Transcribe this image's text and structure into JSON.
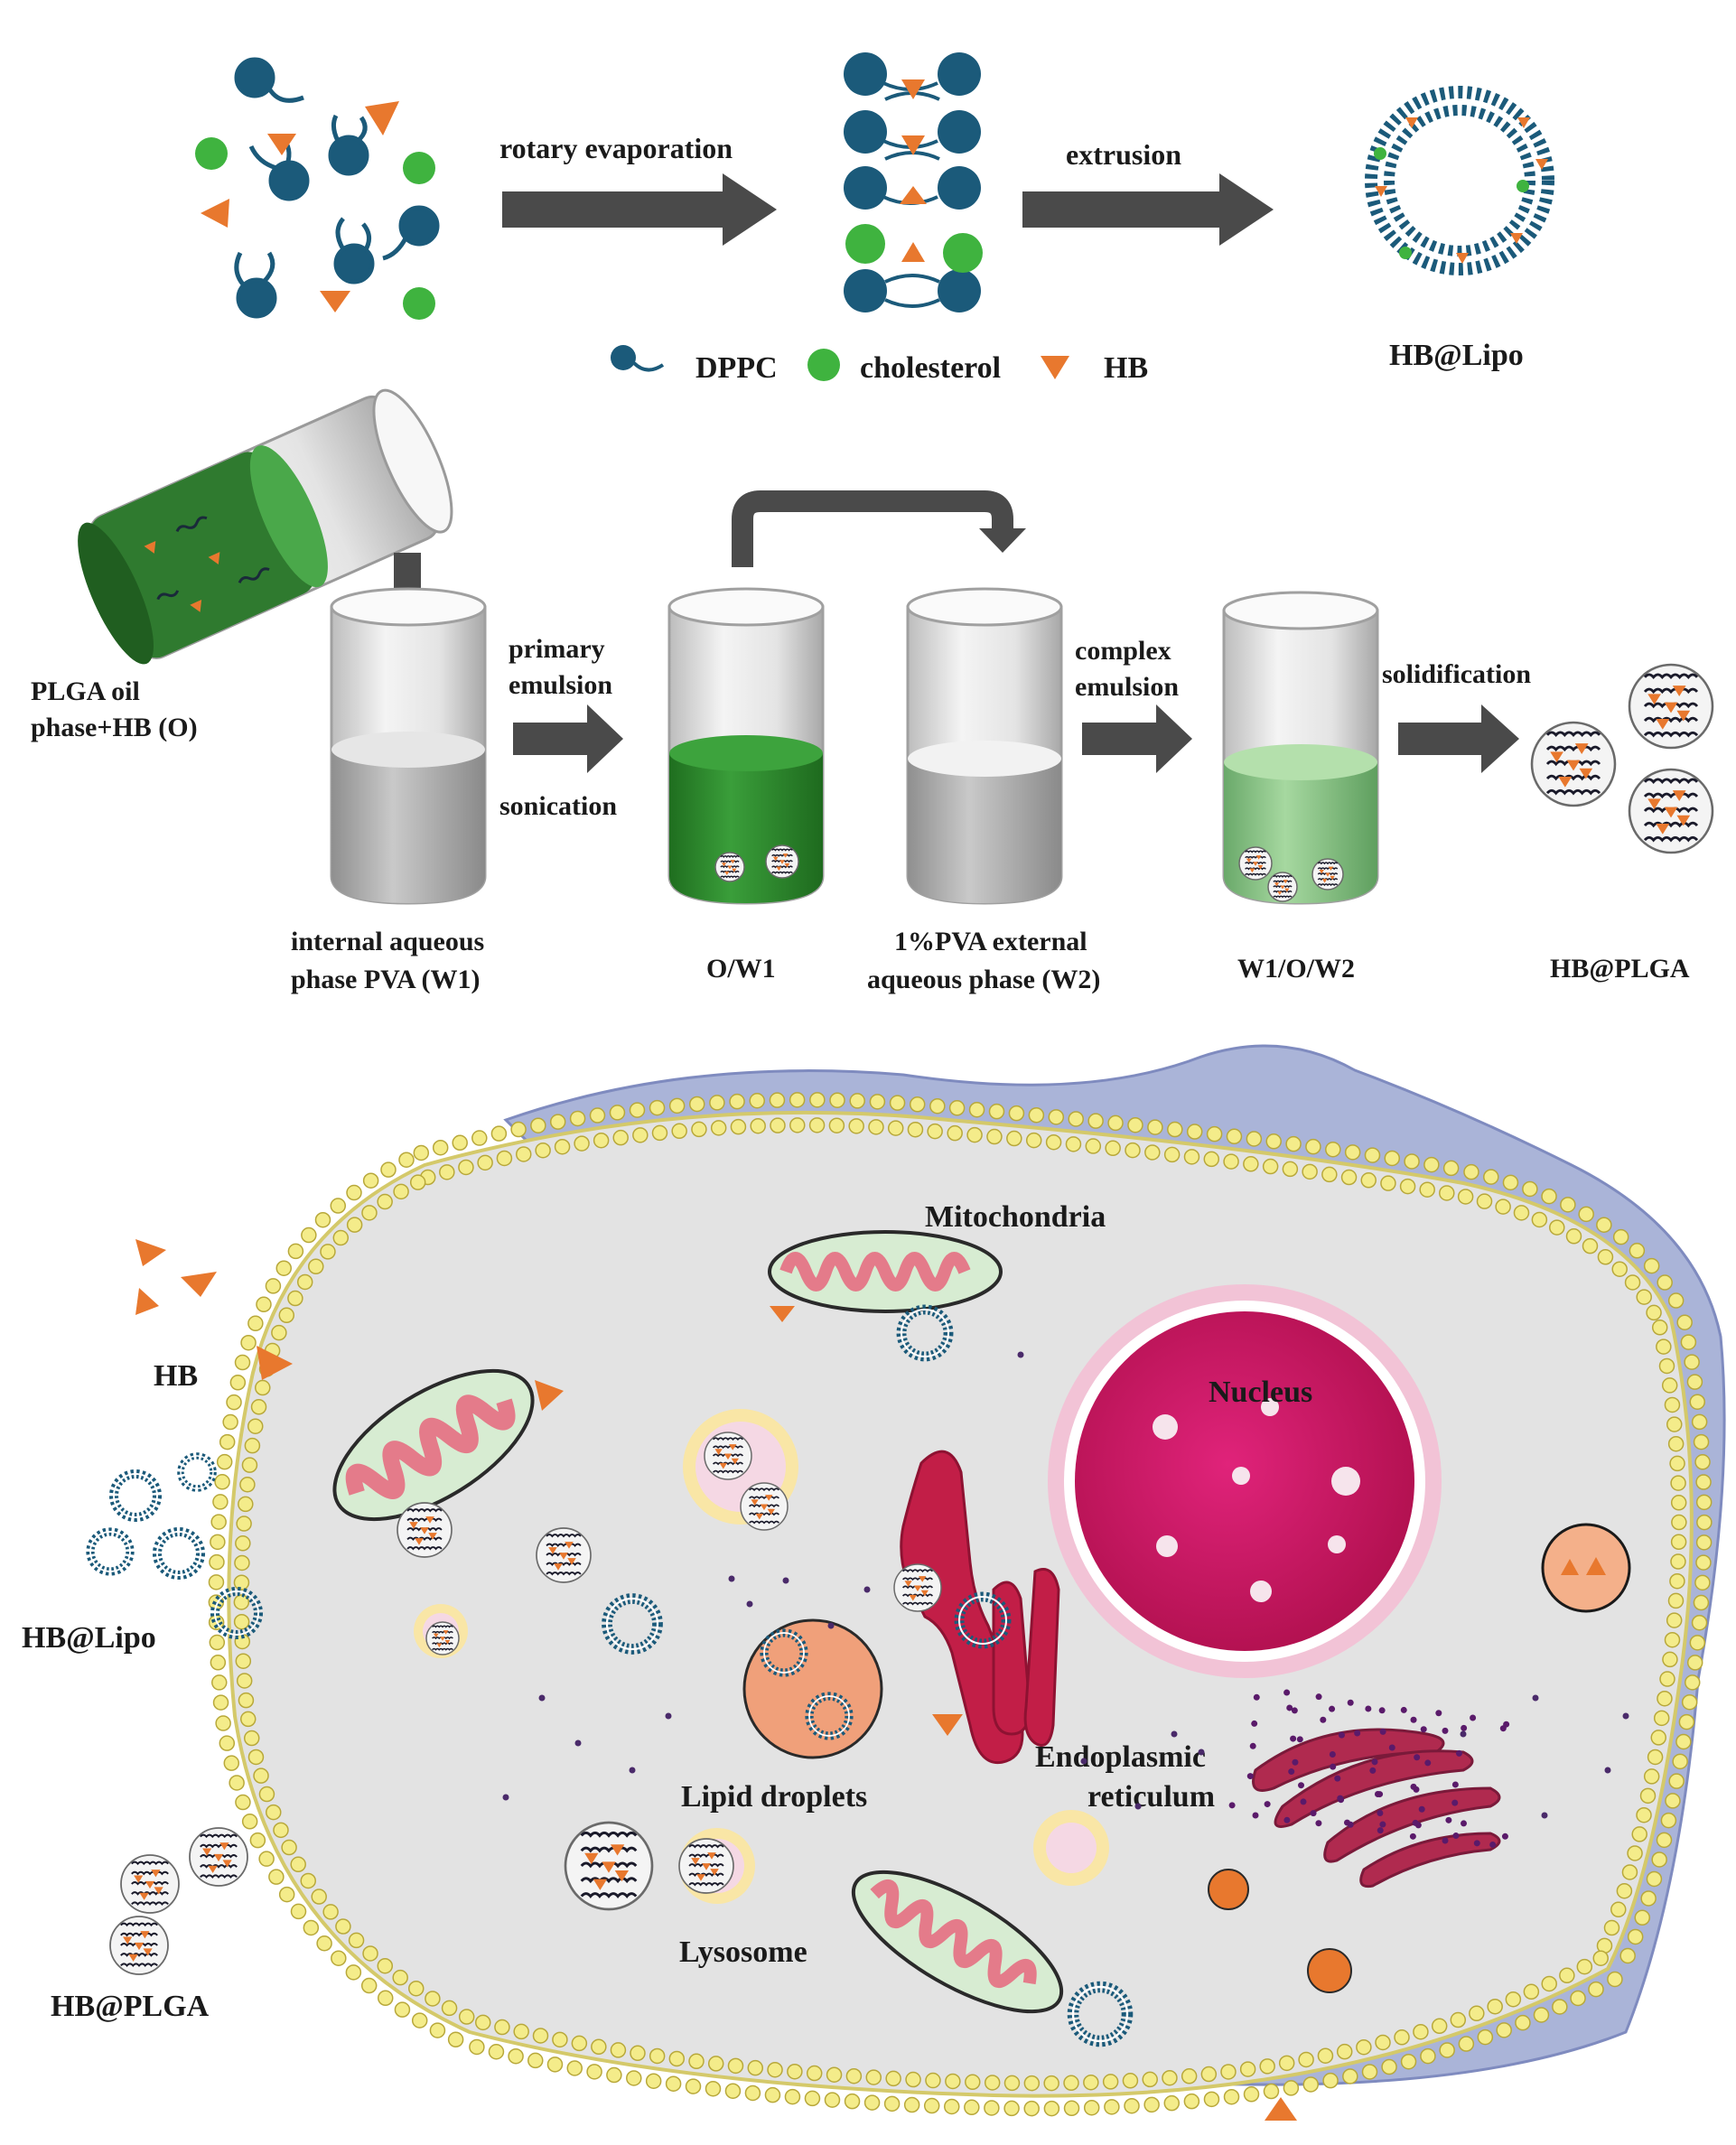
{
  "colors": {
    "dppc": "#1b5a7a",
    "cholesterol": "#3fb33f",
    "hb": "#e8782e",
    "arrow": "#4a4a4a",
    "oil_green": "#2e8b2e",
    "w2_gray": "#c8c8c8",
    "w1o_w2_green": "#8fcf8f",
    "cell_fill": "#e6e6e6",
    "cell_outer": "#aab4d8",
    "membrane": "#f4ec8a",
    "nucleus": "#d0135e",
    "er": "#c21e47",
    "mito_outer": "#d7ecd2",
    "mito_inner": "#e47b8a",
    "lysosome": "#f9e6a6",
    "lipid_droplet": "#f0a07a",
    "golgi": "#b02a4f"
  },
  "panel1": {
    "step1_label": "rotary evaporation",
    "step2_label": "extrusion",
    "product_label": "HB@Lipo",
    "legend": {
      "dppc": "DPPC",
      "cholesterol": "cholesterol",
      "hb": "HB"
    }
  },
  "panel2": {
    "oil_label_line1": "PLGA oil",
    "oil_label_line2": "phase+HB (O)",
    "step1_label_line1": "primary",
    "step1_label_line2": "emulsion",
    "step1_sub": "sonication",
    "step2_label_line1": "complex",
    "step2_label_line2": "emulsion",
    "step3_label": "solidification",
    "beaker1_line1": "internal aqueous",
    "beaker1_line2": "phase PVA (W1)",
    "beaker2": "O/W1",
    "beaker3_line1": "1%PVA external",
    "beaker3_line2": "aqueous phase  (W2)",
    "beaker4": "W1/O/W2",
    "product_label": "HB@PLGA"
  },
  "panel3": {
    "hb_label": "HB",
    "lipo_label": "HB@Lipo",
    "plga_label": "HB@PLGA",
    "mitochondria": "Mitochondria",
    "nucleus": "Nucleus",
    "lipid_droplets": "Lipid droplets",
    "lysosome": "Lysosome",
    "er_line1": "Endoplasmic",
    "er_line2": "reticulum"
  }
}
